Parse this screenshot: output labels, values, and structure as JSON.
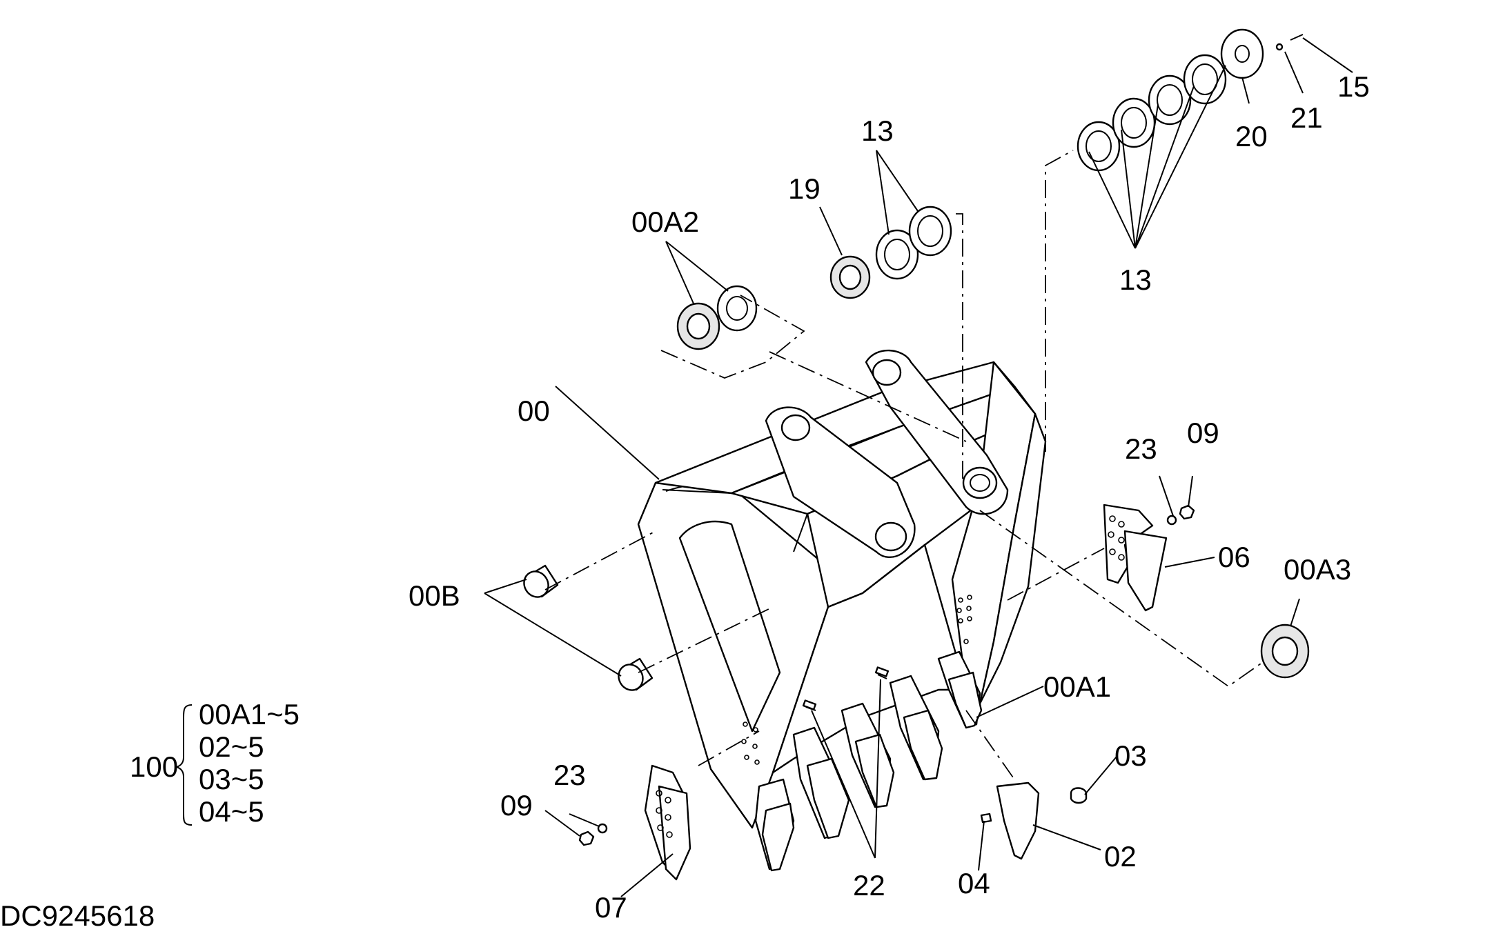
{
  "drawing_id": "DC9245618",
  "labels": {
    "00": "00",
    "00A1": "00A1",
    "00A2": "00A2",
    "00A3": "00A3",
    "00B": "00B",
    "02": "02",
    "03": "03",
    "04": "04",
    "06": "06",
    "07": "07",
    "09_right": "09",
    "09_left": "09",
    "13_top": "13",
    "13_right": "13",
    "15": "15",
    "19": "19",
    "20": "20",
    "21": "21",
    "22": "22",
    "23_right": "23",
    "23_left": "23"
  },
  "kit": {
    "number": "100",
    "items": [
      "00A1~5",
      "02~5",
      "03~5",
      "04~5"
    ]
  }
}
